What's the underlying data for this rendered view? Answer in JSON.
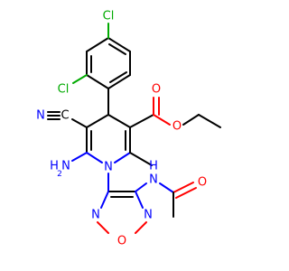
{
  "atoms": {
    "cl_top": "Cl",
    "cl_left": "Cl",
    "o_carbonyl": "O",
    "o_ester": "O",
    "c_nitrile": "C",
    "n_nitrile": "N",
    "n_amino_h": "H",
    "n_amino_n": "N",
    "h2_sub": "2",
    "n_ring": "N",
    "n_furazan": "N",
    "o_furazan": "O",
    "n_furazan_b": "N",
    "n_amide": "N",
    "h_amide": "H",
    "o_amide": "O"
  },
  "colors": {
    "bond": "#000000",
    "nitrogen": "#0000ff",
    "oxygen": "#ff0000",
    "chlorine": "#00aa00"
  }
}
